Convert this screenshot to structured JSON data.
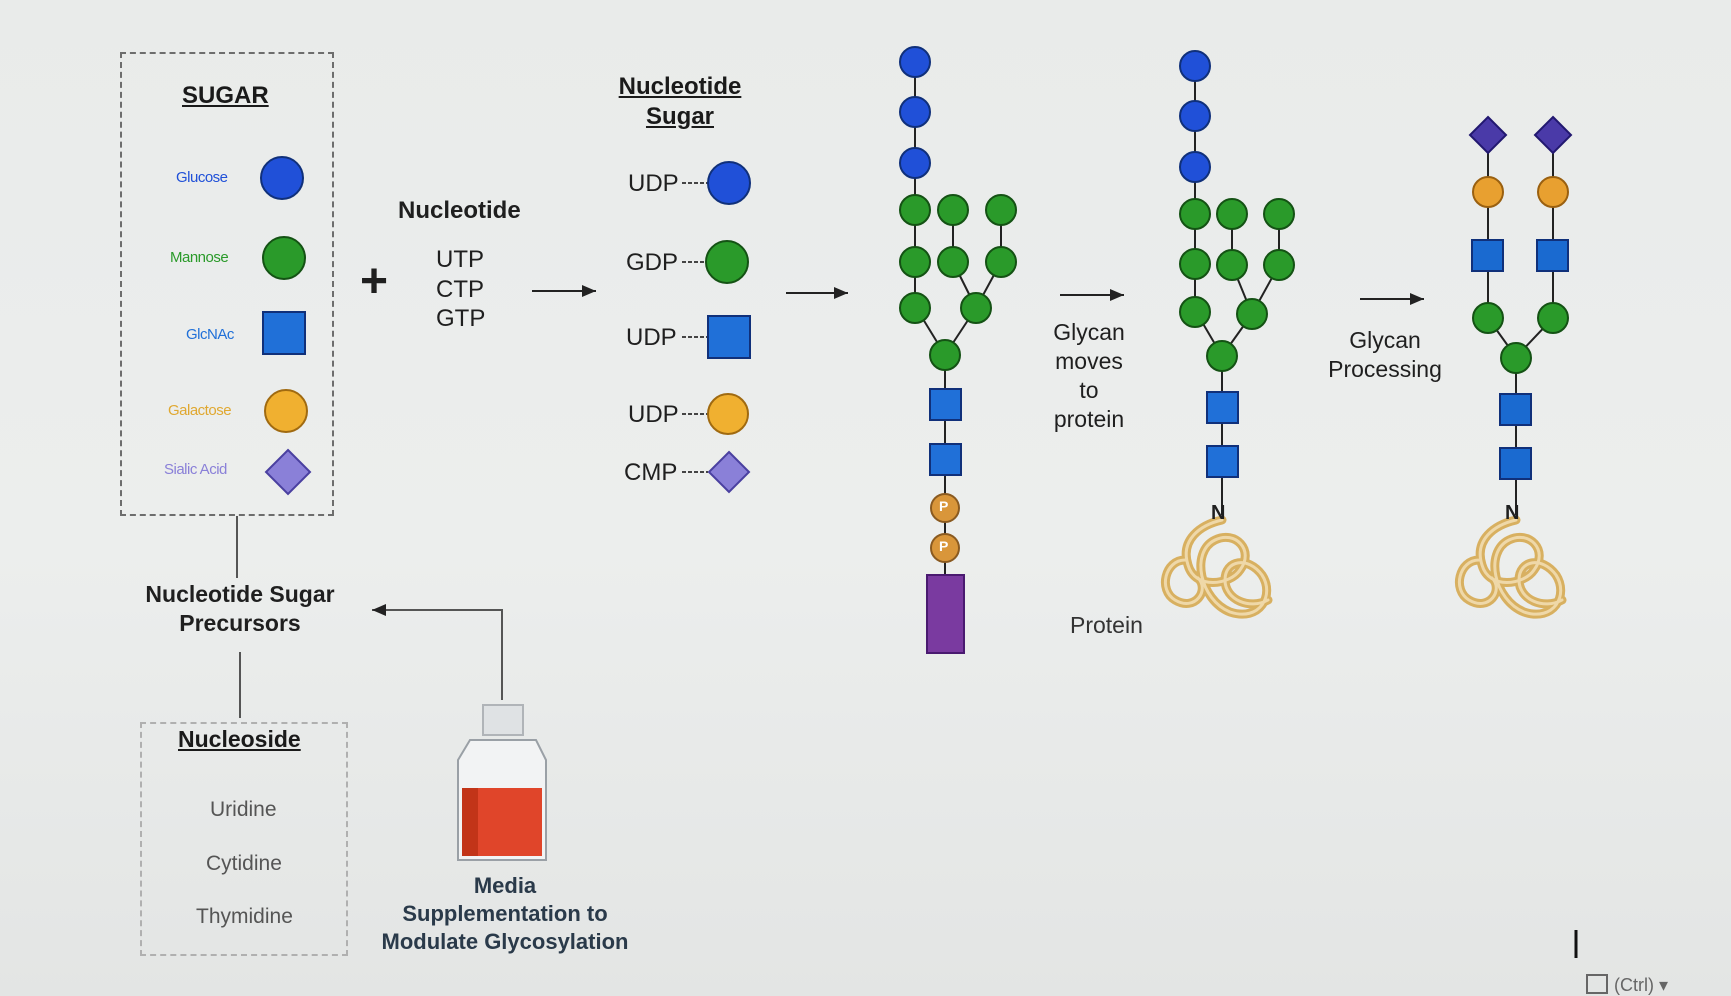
{
  "colors": {
    "glucose": "#2050d8",
    "mannose": "#2a9a2a",
    "glcnac": "#2070d8",
    "galactose": "#f0b030",
    "sialic_acid": "#8a80d8",
    "lipid": "#7a3aa0",
    "phosphate": "#d9963a",
    "protein": "#d8b060"
  },
  "legend": {
    "title": "SUGAR",
    "items": [
      {
        "label": "Glucose",
        "shape": "circle",
        "color": "#2050d8"
      },
      {
        "label": "Mannose",
        "shape": "circle",
        "color": "#2a9a2a"
      },
      {
        "label": "GlcNAc",
        "shape": "square",
        "color": "#2070d8"
      },
      {
        "label": "Galactose",
        "shape": "circle",
        "color": "#f0b030"
      },
      {
        "label": "Sialic Acid",
        "shape": "diamond",
        "color": "#8a80d8"
      }
    ]
  },
  "plus_sign": "+",
  "nucleotide": {
    "title": "Nucleotide",
    "items": [
      "UTP",
      "CTP",
      "GTP"
    ]
  },
  "nucleotide_sugar": {
    "title_line1": "Nucleotide",
    "title_line2": "Sugar",
    "items": [
      {
        "prefix": "UDP",
        "shape": "circle",
        "color": "#2050d8"
      },
      {
        "prefix": "GDP",
        "shape": "circle",
        "color": "#2a9a2a"
      },
      {
        "prefix": "UDP",
        "shape": "square",
        "color": "#2070d8"
      },
      {
        "prefix": "UDP",
        "shape": "circle",
        "color": "#f0b030"
      },
      {
        "prefix": "CMP",
        "shape": "diamond",
        "color": "#8a80d8"
      }
    ]
  },
  "precursors": {
    "line1": "Nucleotide Sugar",
    "line2": "Precursors"
  },
  "nucleoside": {
    "title": "Nucleoside",
    "items": [
      "Uridine",
      "Cytidine",
      "Thymidine"
    ]
  },
  "media": {
    "line1": "Media",
    "line2": "Supplementation to",
    "line3": "Modulate Glycosylation"
  },
  "steps": {
    "glycan_moves": [
      "Glycan",
      "moves",
      "to",
      "protein"
    ],
    "glycan_processing": [
      "Glycan",
      "Processing"
    ],
    "protein_label": "Protein",
    "phosphate_letter": "P",
    "asparagine_letter": "N"
  },
  "taskbar_hint": "(Ctrl) ▾"
}
